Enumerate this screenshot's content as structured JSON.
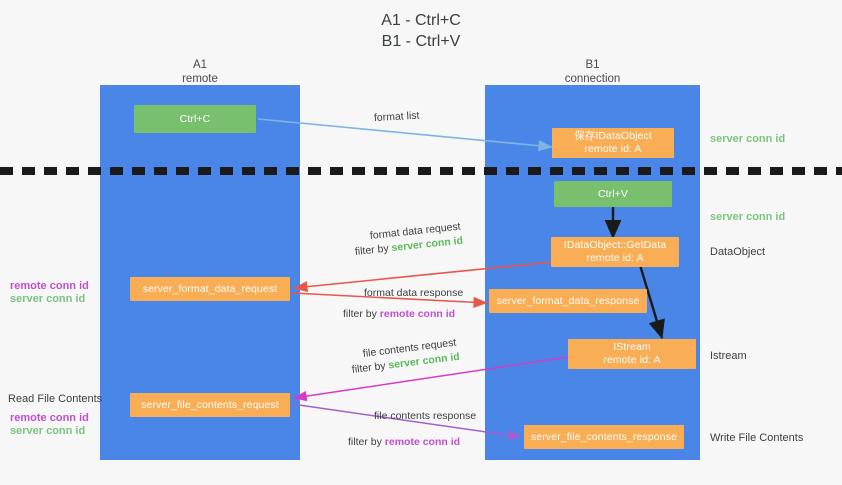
{
  "title": "A1 - Ctrl+C\nB1 - Ctrl+V",
  "colors": {
    "background": "#f7f7f7",
    "lane": "#4a86e8",
    "green_node": "#78c06e",
    "orange_node": "#f9ad54",
    "remote_conn": "#c14fd0",
    "server_conn": "#7bc47f",
    "red_arrow": "#e8574a",
    "blue_arrow": "#7fb4e8",
    "magenta_arrow": "#d63bc4",
    "purple_arrow": "#a35fd0",
    "black_arrow": "#1a1a1a",
    "text": "#3c4043"
  },
  "lanes": [
    {
      "id": "a1",
      "title": "A1",
      "subtitle": "remote"
    },
    {
      "id": "b1",
      "title": "B1",
      "subtitle": "connection"
    }
  ],
  "nodes": [
    {
      "id": "ctrl-c",
      "line1": "Ctrl+C",
      "line2": "",
      "color": "green"
    },
    {
      "id": "idataobject-clipboard",
      "line1": "保存IDataObject",
      "line2": "remote id: A",
      "color": "orange"
    },
    {
      "id": "ctrl-v",
      "line1": "Ctrl+V",
      "line2": "",
      "color": "green"
    },
    {
      "id": "idataobject-getdata",
      "line1": "IDataObject::GetData",
      "line2": "remote id: A",
      "color": "orange"
    },
    {
      "id": "server-format-data-request",
      "line1": "server_format_data_request",
      "line2": "",
      "color": "orange"
    },
    {
      "id": "server-format-data-response",
      "line1": "server_format_data_response",
      "line2": "",
      "color": "orange"
    },
    {
      "id": "istream",
      "line1": "IStream",
      "line2": "remote id: A",
      "color": "orange"
    },
    {
      "id": "server-file-contents-request",
      "line1": "server_file_contents_request",
      "line2": "",
      "color": "orange"
    },
    {
      "id": "server-file-contents-response",
      "line1": "server_file_contents_response",
      "line2": "",
      "color": "orange"
    }
  ],
  "annotations": {
    "format_list": "format list",
    "format_data_request": "format data request",
    "format_data_request_filter_prefix": "filter by ",
    "format_data_request_filter_value": "server conn id",
    "format_data_response": "format data response",
    "format_data_response_filter_prefix": "filter by ",
    "format_data_response_filter_value": "remote conn id",
    "file_contents_request": "file contents request",
    "file_contents_request_filter_prefix": "filter by ",
    "file_contents_request_filter_value": "server conn id",
    "file_contents_response": "file contents response",
    "file_contents_response_filter_prefix": "filter by ",
    "file_contents_response_filter_value": "remote conn id"
  },
  "right_labels": {
    "server_conn_id_top": "server conn id",
    "server_conn_id_mid": "server conn id",
    "dataobject": "DataObject",
    "istream": "Istream",
    "write_file_contents": "Write File Contents"
  },
  "left_labels": {
    "remote_conn_id_1": "remote conn id",
    "server_conn_id_1": "server conn id",
    "read_file_contents": "Read File Contents",
    "remote_conn_id_2": "remote conn id",
    "server_conn_id_2": "server conn id"
  }
}
